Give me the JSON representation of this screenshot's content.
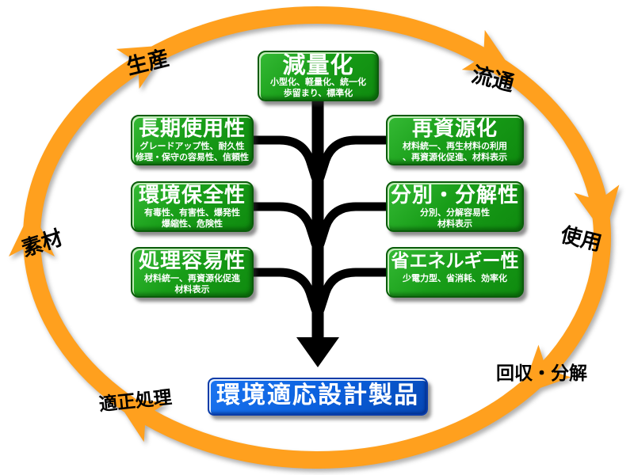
{
  "cycle": {
    "stages": {
      "production": "生産",
      "distribution": "流通",
      "use": "使用",
      "collection_disassembly": "回収・分解",
      "proper_treatment": "適正処理",
      "materials": "素材"
    }
  },
  "boxes": {
    "top": {
      "title": "減量化",
      "sub1": "小型化、軽量化、統一化",
      "sub2": "歩留まり、標準化"
    },
    "left": [
      {
        "title": "長期使用性",
        "sub1": "グレードアップ性、耐久性",
        "sub2": "修理・保守の容易性、信頼性"
      },
      {
        "title": "環境保全性",
        "sub1": "有毒性、有害性、爆発性",
        "sub2": "爆縮性、危険性"
      },
      {
        "title": "処理容易性",
        "sub1": "材料統一、再資源化促進",
        "sub2": "材料表示"
      }
    ],
    "right": [
      {
        "title": "再資源化",
        "sub1": "材料統一、再生材料の利用",
        "sub2": "、再資源化促進、材料表示"
      },
      {
        "title": "分別・分解性",
        "sub1": "分別、分解容易性",
        "sub2": "材料表示"
      },
      {
        "title": "省エネルギー性",
        "sub1": "少電力型、省消耗、効率化",
        "sub2": ""
      }
    ]
  },
  "result": {
    "label": "環境適応設計製品"
  },
  "colors": {
    "cycle_orange": "#FFA01E",
    "box_green": "#18A018",
    "result_blue": "#0A5FDC",
    "arrow_black": "#000000"
  }
}
